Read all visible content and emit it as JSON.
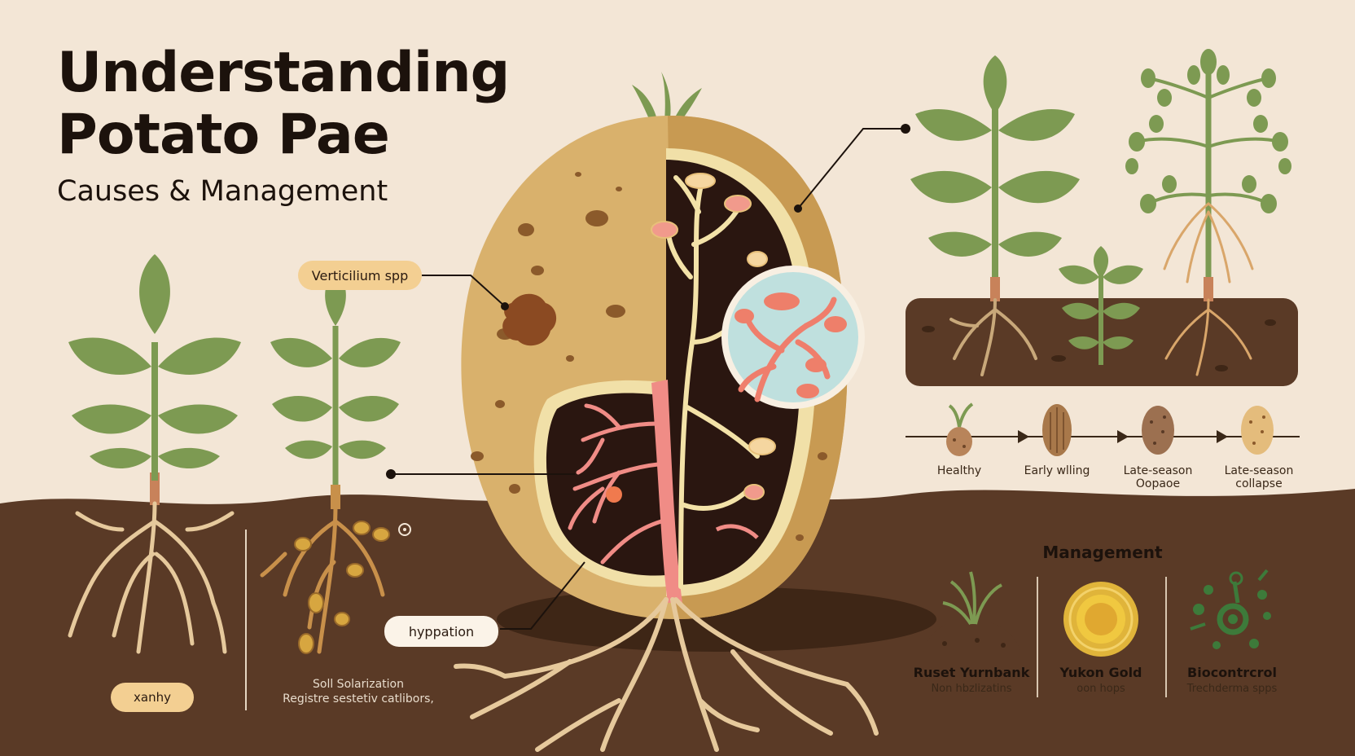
{
  "header": {
    "title_line1": "Understanding",
    "title_line2": "Potato Pae",
    "subtitle": "Causes & Management"
  },
  "callouts": {
    "pathogen_label": "Verticilium spp",
    "hyphae_label": "hyppation",
    "plant_label": "xanhy",
    "solarization_line1": "Soll Solarization",
    "solarization_line2": "Registre sestetiv catlibors,"
  },
  "stages": [
    {
      "label_line1": "Healthy",
      "label_line2": ""
    },
    {
      "label_line1": "Early wlling",
      "label_line2": ""
    },
    {
      "label_line1": "Late-season",
      "label_line2": "Oopaoe"
    },
    {
      "label_line1": "Late-season",
      "label_line2": "collapse"
    }
  ],
  "management": {
    "title": "Management",
    "items": [
      {
        "name": "Ruset Yurnbank",
        "desc": "Non hbzlizatins",
        "icon": "seedling-soil-icon"
      },
      {
        "name": "Yukon Gold",
        "desc": "oon hops",
        "icon": "sun-disc-icon"
      },
      {
        "name": "Biocontrcrol",
        "desc": "Trechderma spps",
        "icon": "microbe-icon"
      }
    ]
  },
  "colors": {
    "background": "#f3e6d6",
    "soil": "#5a3a26",
    "leaf": "#7d9a52",
    "tuber_skin": "#d9b16c",
    "root": "#e8c898",
    "pill": "#f3cf92"
  }
}
